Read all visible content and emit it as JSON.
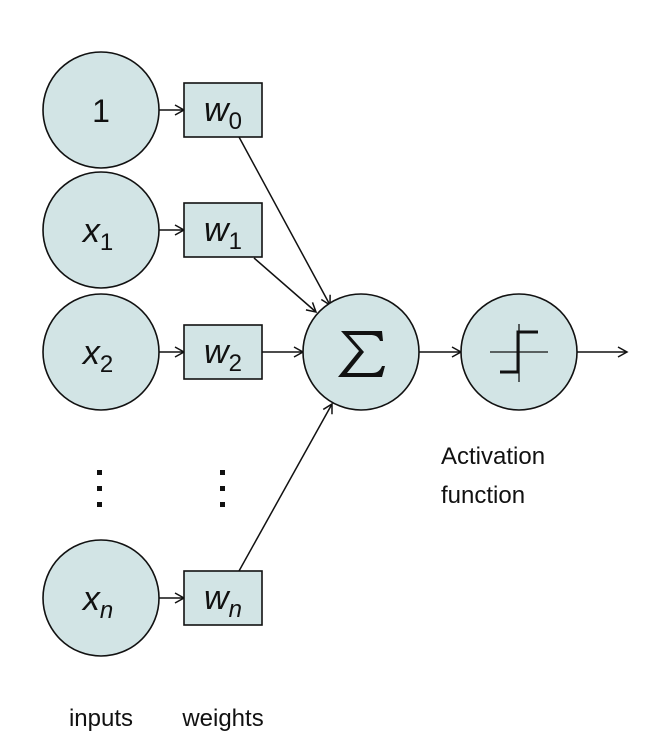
{
  "diagram": {
    "title": "Perceptron",
    "colors": {
      "node_fill": "#d2e4e5",
      "stroke": "#111111"
    },
    "inputs": [
      {
        "id": "bias",
        "base": "1",
        "sub": "",
        "sub_italic": false
      },
      {
        "id": "x1",
        "base": "x",
        "sub": "1",
        "sub_italic": false
      },
      {
        "id": "x2",
        "base": "x",
        "sub": "2",
        "sub_italic": false
      },
      {
        "id": "xn",
        "base": "x",
        "sub": "n",
        "sub_italic": true
      }
    ],
    "weights": [
      {
        "id": "w0",
        "base": "w",
        "sub": "0",
        "sub_italic": false
      },
      {
        "id": "w1",
        "base": "w",
        "sub": "1",
        "sub_italic": false
      },
      {
        "id": "w2",
        "base": "w",
        "sub": "2",
        "sub_italic": false
      },
      {
        "id": "wn",
        "base": "w",
        "sub": "n",
        "sub_italic": true
      }
    ],
    "ellipsis": "⋮",
    "sum_symbol": "∑",
    "activation_label_line1": "Activation",
    "activation_label_line2": "function",
    "inputs_caption": "inputs",
    "weights_caption": "weights",
    "edges": [
      {
        "from": "bias",
        "to": "w0"
      },
      {
        "from": "x1",
        "to": "w1"
      },
      {
        "from": "x2",
        "to": "w2"
      },
      {
        "from": "xn",
        "to": "wn"
      },
      {
        "from": "w0",
        "to": "sum"
      },
      {
        "from": "w1",
        "to": "sum"
      },
      {
        "from": "w2",
        "to": "sum"
      },
      {
        "from": "wn",
        "to": "sum"
      },
      {
        "from": "sum",
        "to": "activation"
      },
      {
        "from": "activation",
        "to": "output"
      }
    ]
  }
}
